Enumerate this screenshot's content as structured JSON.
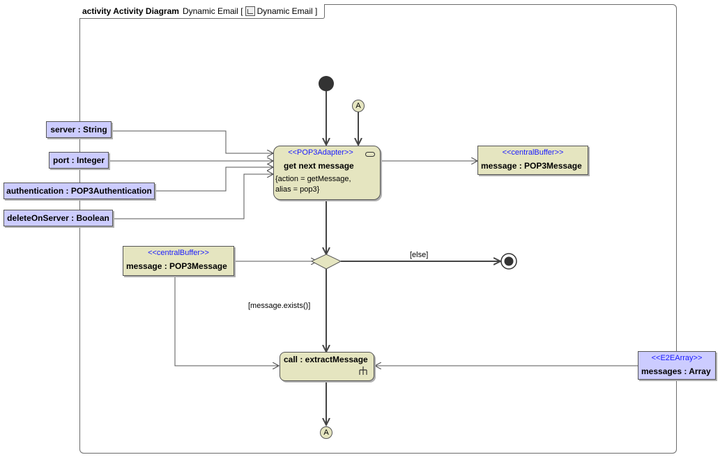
{
  "frame": {
    "keyword": "activity Activity Diagram",
    "name": "Dynamic Email [",
    "ref": "Dynamic Email ]"
  },
  "pins": {
    "server": "server : String",
    "port": "port : Integer",
    "authentication": "authentication : POP3Authentication",
    "delete_on_server": "deleteOnServer : Boolean"
  },
  "get_next_message": {
    "stereotype": "<<POP3Adapter>>",
    "title": "get next message",
    "constraint_line1": "{action = getMessage,",
    "constraint_line2": "alias = pop3}"
  },
  "central_buffer_right": {
    "stereotype": "<<centralBuffer>>",
    "label": "message : POP3Message"
  },
  "central_buffer_left": {
    "stereotype": "<<centralBuffer>>",
    "label": "message : POP3Message"
  },
  "guards": {
    "else": "[else]",
    "exists": "[message.exists()]"
  },
  "call_action": {
    "label": "call : extractMessage"
  },
  "messages_array": {
    "stereotype": "<<E2EArray>>",
    "label": "messages : Array"
  },
  "connectors": {
    "top": "A",
    "bottom": "A"
  },
  "colors": {
    "action_fill": "#e5e5c0",
    "pin_fill": "#ccccff",
    "stereotype_text": "#1a1aff",
    "line": "#555555"
  }
}
